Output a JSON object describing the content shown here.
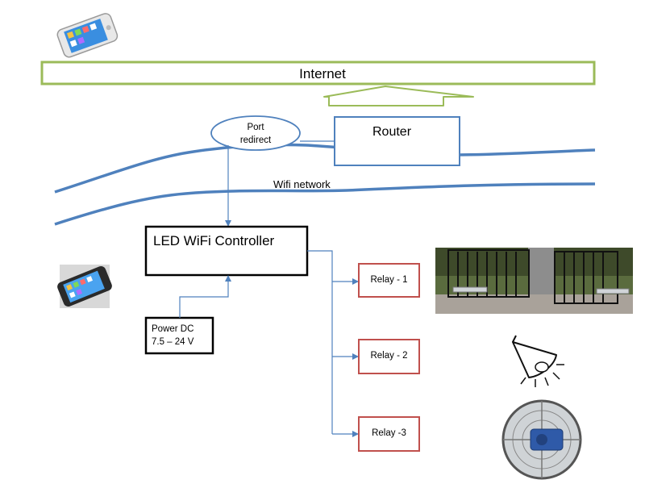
{
  "labels": {
    "internet": "Internet",
    "router": "Router",
    "port_redirect": "Port\nredirect",
    "wifi_network": "Wifi network",
    "controller": "LED WiFi Controller",
    "power": "Power DC\n7.5 – 24 V"
  },
  "relays": [
    "Relay - 1",
    "Relay - 2",
    "Relay -3"
  ],
  "icons": {
    "phone_top": "smartphone-icon",
    "phone_left": "smartphone-icon",
    "gate": "gate-photo",
    "lamp": "lamp-icon",
    "fan": "fan-icon"
  },
  "colors": {
    "internet_border": "#9bbb59",
    "wave": "#4f81bd",
    "router_border": "#4f81bd",
    "relay_border": "#c0504d",
    "controller_border": "#000000",
    "connector": "#4f81bd"
  }
}
